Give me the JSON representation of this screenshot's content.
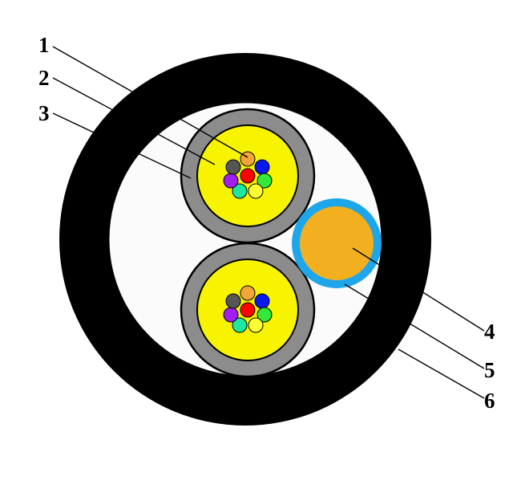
{
  "callouts": [
    {
      "label": "1"
    },
    {
      "label": "2"
    },
    {
      "label": "3"
    },
    {
      "label": "4"
    },
    {
      "label": "5"
    },
    {
      "label": "6"
    }
  ],
  "colors": {
    "outer_sheath": "#000000",
    "cable_core": "#fbfbfb",
    "subunit_jacket": "#8c8c8c",
    "subunit_filler": "#f8f400",
    "filler_rod_border": "#1ea6ea",
    "filler_rod_core": "#f2b021",
    "fiber_colors": [
      "#f2a63a",
      "#0a18f0",
      "#33e83a",
      "#ffff33",
      "#1ee8a0",
      "#a020f0",
      "#555555",
      "#ff0000"
    ]
  }
}
